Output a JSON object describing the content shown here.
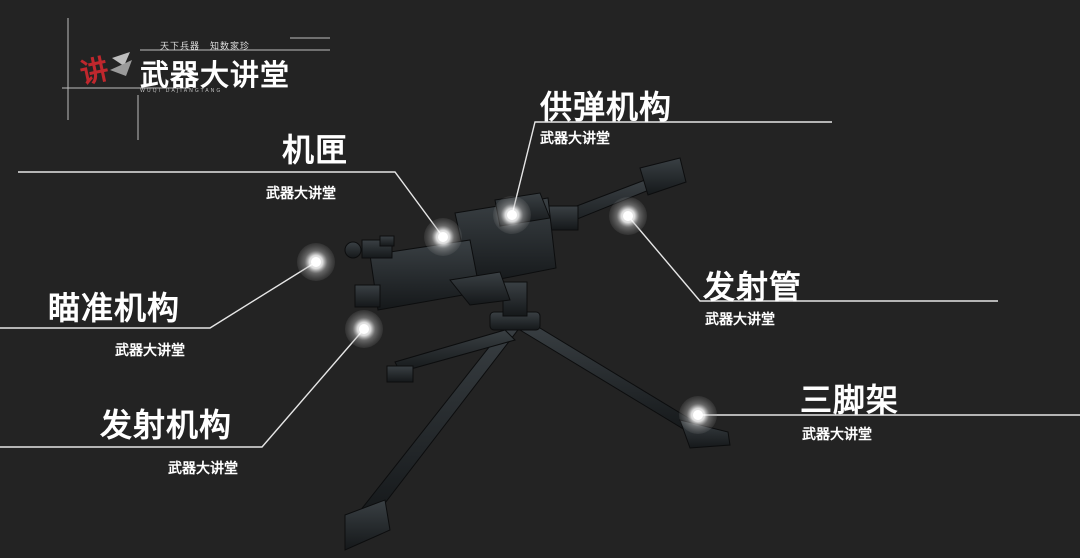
{
  "logo": {
    "top_text": "天下兵器　知数家珍",
    "title": "武器大讲堂",
    "mark": "讲",
    "english": "WUQI DAJIANGTANG"
  },
  "parts": [
    {
      "id": "feed",
      "title": "供弹机构",
      "subtitle": "武器大讲堂"
    },
    {
      "id": "receiver",
      "title": "机匣",
      "subtitle": "武器大讲堂"
    },
    {
      "id": "barrel",
      "title": "发射管",
      "subtitle": "武器大讲堂"
    },
    {
      "id": "sight",
      "title": "瞄准机构",
      "subtitle": "武器大讲堂"
    },
    {
      "id": "trigger",
      "title": "发射机构",
      "subtitle": "武器大讲堂"
    },
    {
      "id": "tripod",
      "title": "三脚架",
      "subtitle": "武器大讲堂"
    }
  ],
  "colors": {
    "background": "#232323",
    "text": "#ffffff",
    "line": "#e6e6e6",
    "weapon": "#1a1d1f",
    "logo_accent": "#c0272d"
  }
}
